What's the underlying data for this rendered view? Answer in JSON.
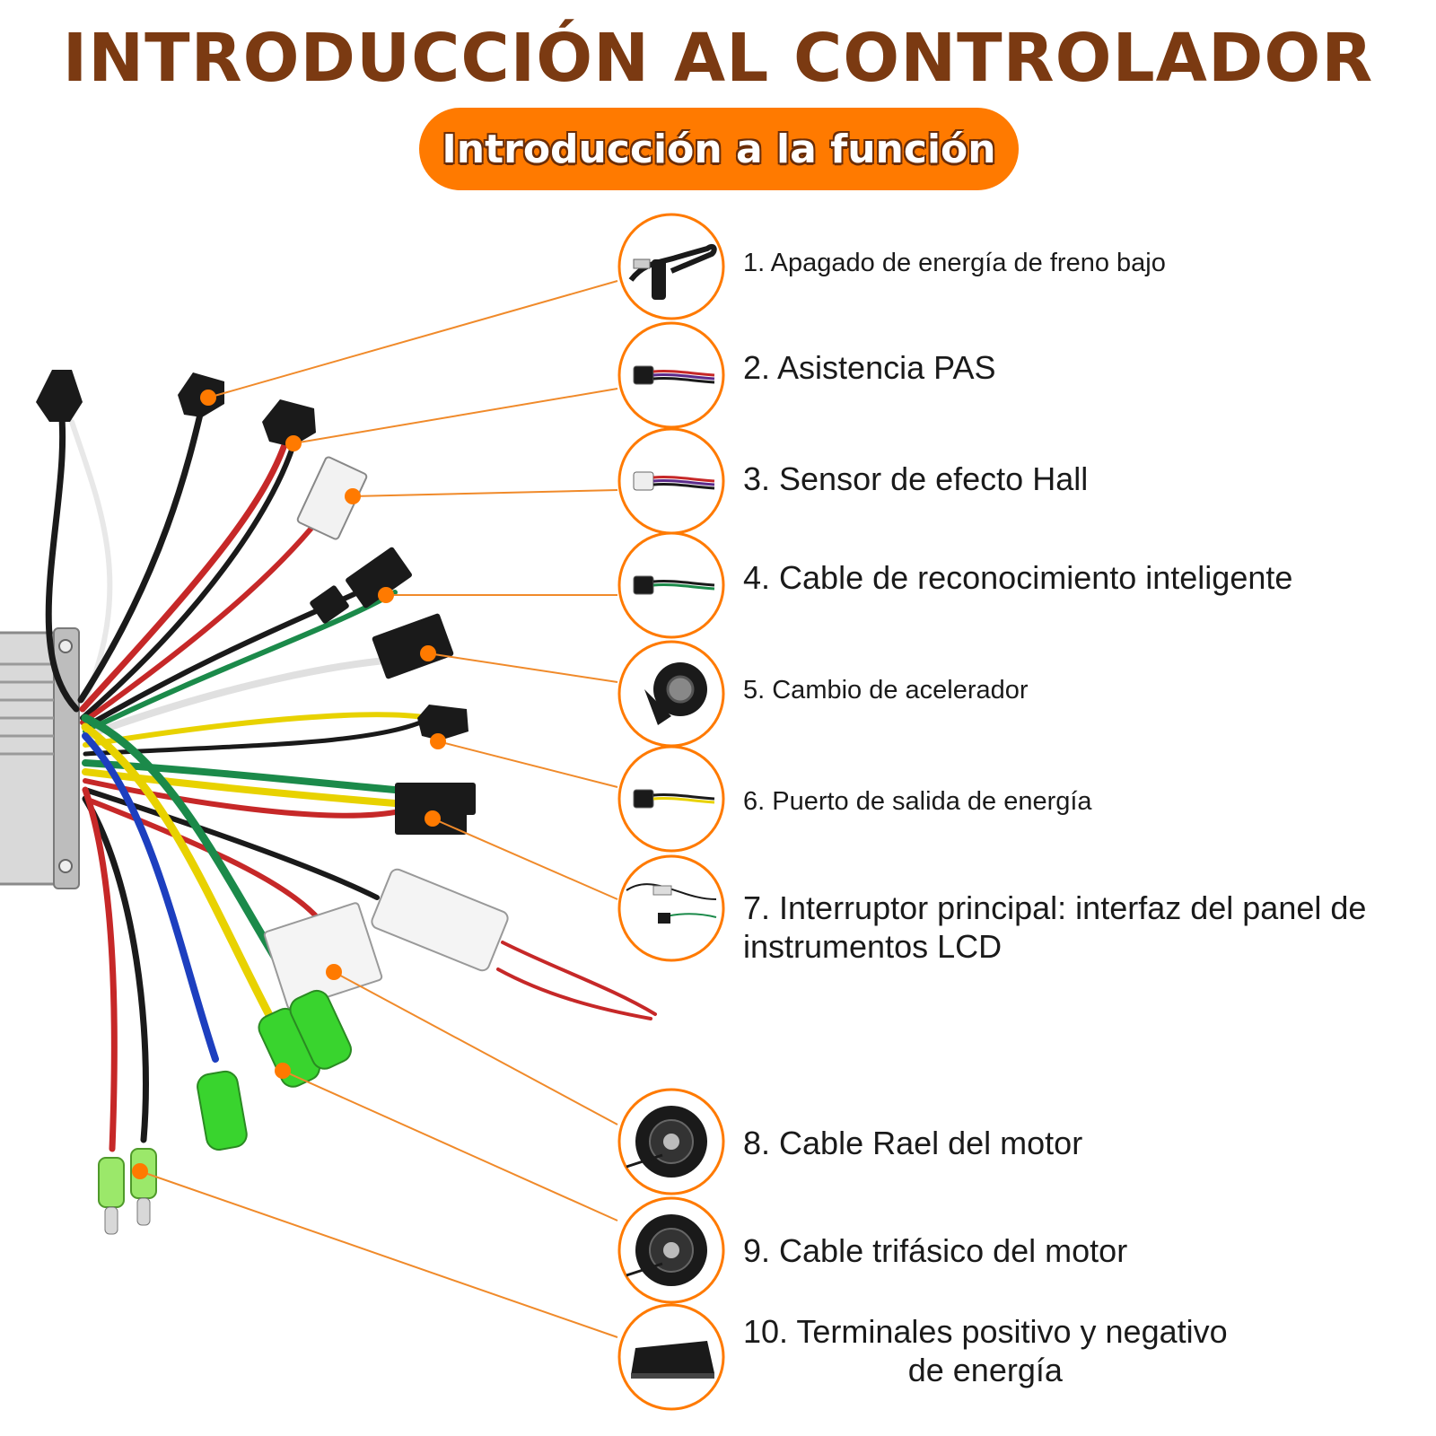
{
  "header": {
    "title": "INTRODUCCIÓN AL CONTROLADOR",
    "subtitle": "Introducción a la función"
  },
  "colors": {
    "title": "#7b3a12",
    "accent": "#ff7a00",
    "leader": "#f08a2a"
  },
  "items": [
    {
      "label": "1. Apagado de energía de freno bajo",
      "icon": "brake-lever-icon"
    },
    {
      "label": "2. Asistencia PAS",
      "icon": "pas-connector-icon"
    },
    {
      "label": "3. Sensor de efecto Hall",
      "icon": "hall-connector-icon"
    },
    {
      "label": "4. Cable de reconocimiento inteligente",
      "icon": "smart-cable-icon"
    },
    {
      "label": "5. Cambio de acelerador",
      "icon": "thumb-throttle-icon"
    },
    {
      "label": "6. Puerto de salida de energía",
      "icon": "power-port-icon"
    },
    {
      "label": "7. Interruptor principal: interfaz del panel de",
      "label2": "instrumentos LCD",
      "icon": "main-switch-icon"
    },
    {
      "label": "8. Cable Rael del motor",
      "icon": "hub-motor-icon"
    },
    {
      "label": "9. Cable trifásico del motor",
      "icon": "hub-motor-icon"
    },
    {
      "label": "10. Terminales positivo y negativo",
      "label2": "de energía",
      "icon": "battery-icon"
    }
  ]
}
